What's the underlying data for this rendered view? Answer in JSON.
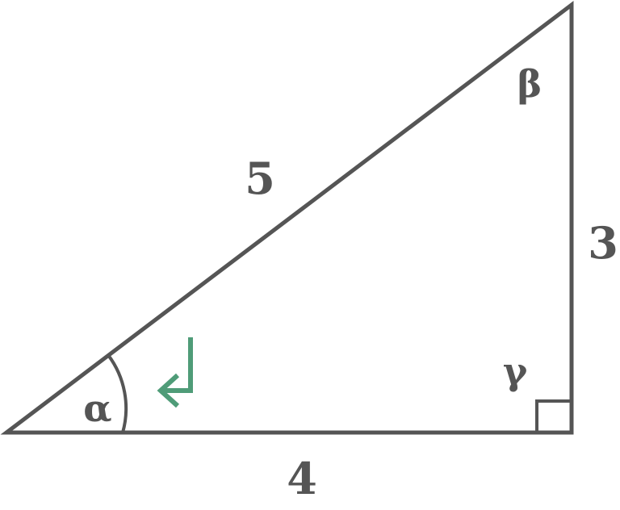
{
  "triangle": {
    "sides": {
      "hypotenuse": "5",
      "base": "4",
      "height": "3"
    },
    "angles": {
      "alpha": "α",
      "beta": "β",
      "gamma": "γ"
    },
    "right_angle_at": "gamma"
  },
  "colors": {
    "stroke": "#555555",
    "label": "#555555",
    "arrow": "#4f9c78"
  },
  "icons": {
    "return_arrow": "return-arrow-icon"
  }
}
